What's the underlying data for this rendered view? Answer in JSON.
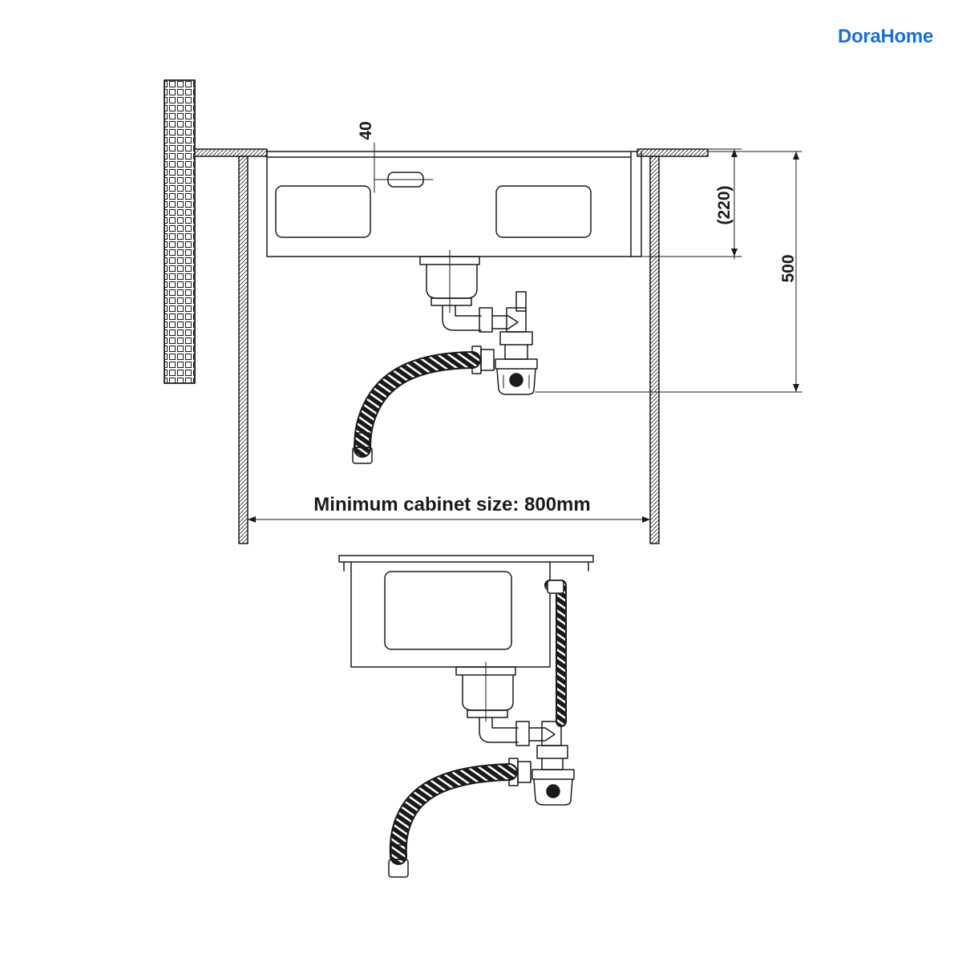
{
  "brand": {
    "name": "DoraHome",
    "color": "#1c6fd1"
  },
  "dimensions": {
    "overflow_offset": "40",
    "bowl_depth": "(220)",
    "drain_height": "500",
    "cabinet_size": "Minimum cabinet size: 800mm"
  },
  "colors": {
    "line": "#1a1a1a",
    "background": "#ffffff"
  }
}
